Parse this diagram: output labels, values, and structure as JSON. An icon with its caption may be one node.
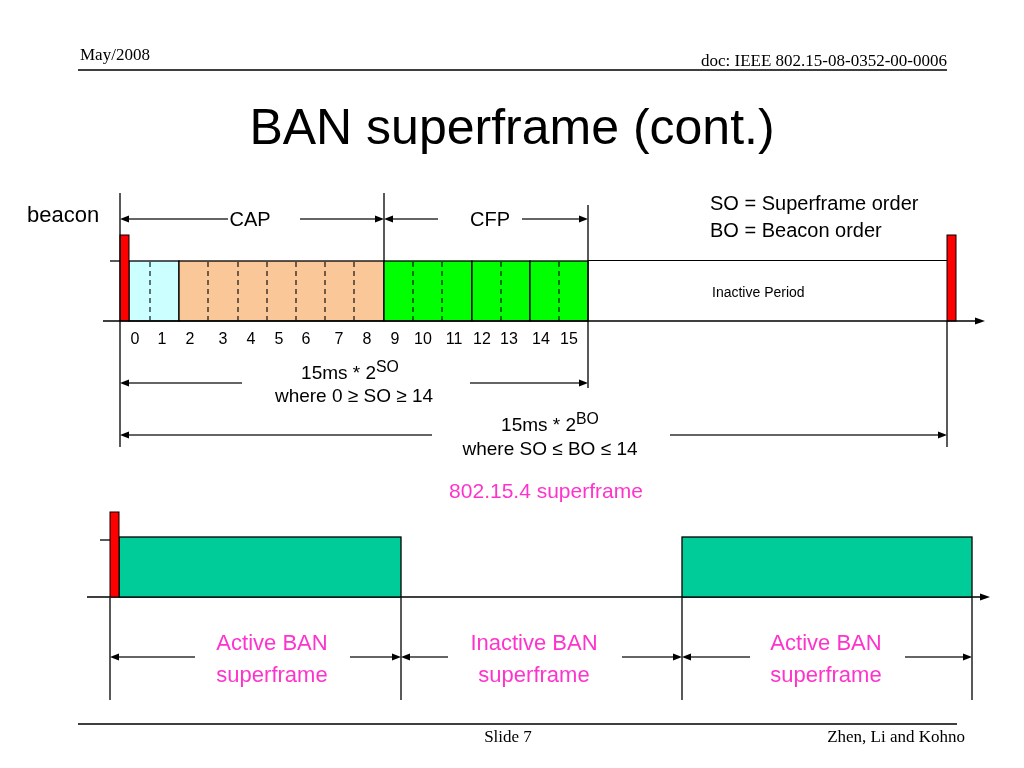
{
  "diagram": {
    "title": "BAN superframe (cont.)",
    "nodes": [
      {
        "text": [
          "Inactive Period"
        ]
      },
      {
        "text": [],
        "shape": "box"
      },
      {
        "text": [],
        "shape": "box"
      }
    ],
    "labels": [
      "May/2008",
      "doc: IEEE 802.15-08-0352-00-0006",
      "beacon",
      "CAP",
      "CFP",
      "SO = Superframe order",
      "BO = Beacon order",
      "0",
      "1",
      "2",
      "3",
      "4",
      "5",
      "6",
      "7",
      "8",
      "9",
      "10",
      "11",
      "12",
      "13",
      "14",
      "15",
      "15ms * 2$^{SO}$",
      "where 0 ≥ SO ≥ 14",
      "15ms * 2$^{BO}$",
      "where SO ≤ BO ≤ 14",
      "802.15.4 superframe",
      "Active BAN superframe",
      "Inactive BAN superframe",
      "Active BAN superframe",
      "Slide 7",
      "Zhen, Li and Kohno"
    ]
  }
}
